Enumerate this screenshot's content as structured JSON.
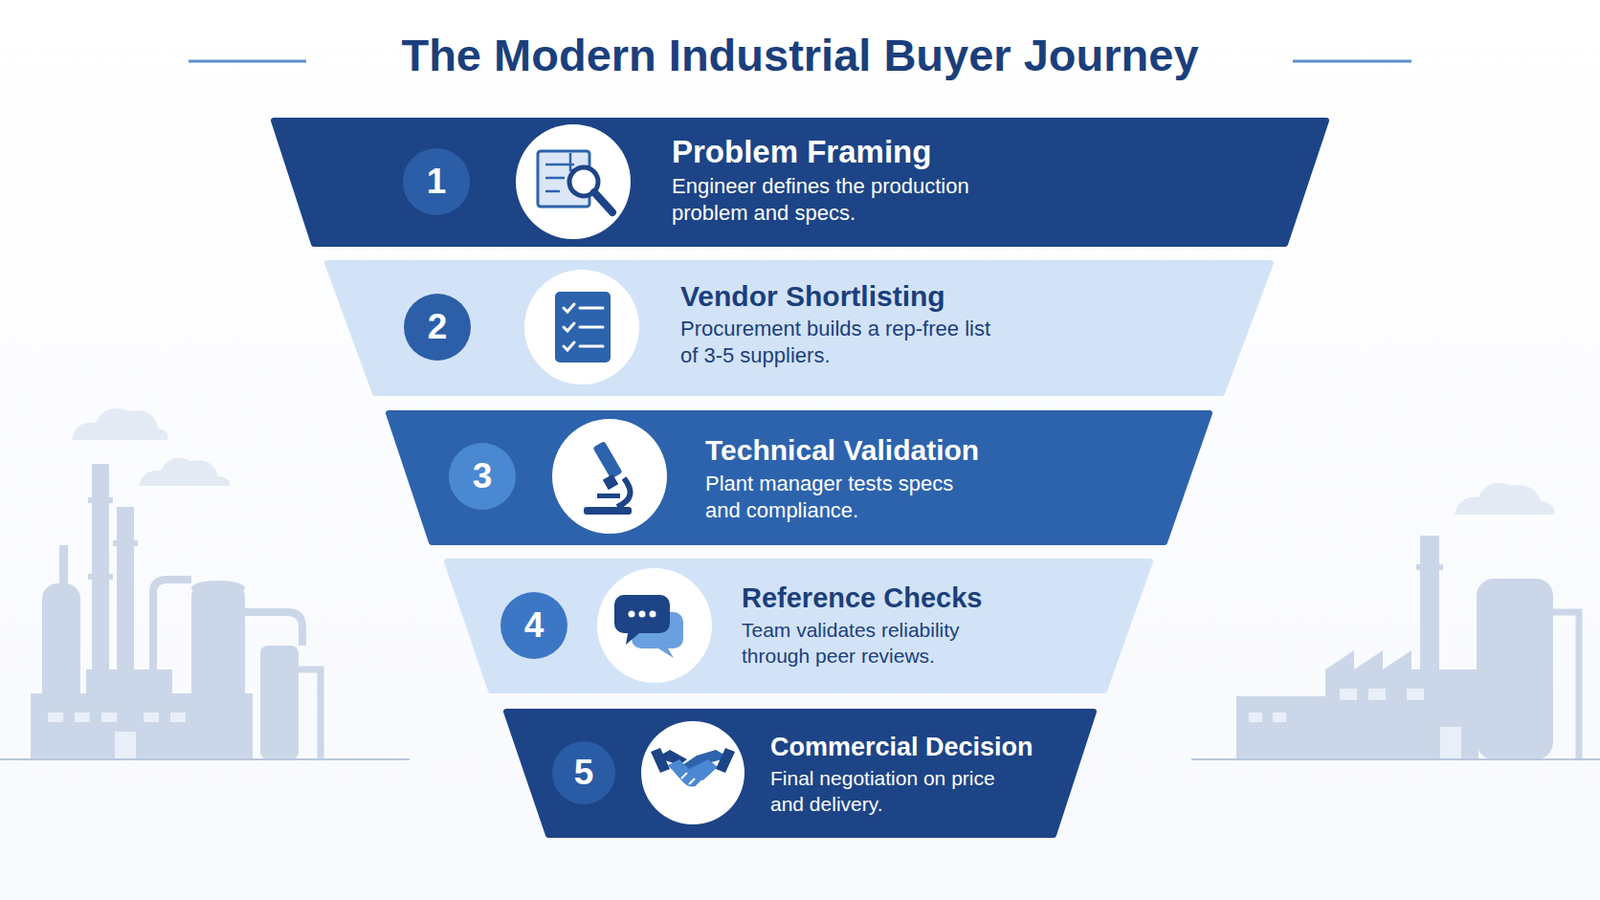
{
  "diagram": {
    "title": "The Modern Industrial Buyer Journey",
    "nodes": [
      {
        "text": [
          "Problem Framing",
          "Engineer defines the production problem and specs."
        ]
      },
      {
        "text": [
          "1"
        ],
        "in": 0
      },
      {
        "text": [
          "Vendor Shortlisting",
          "Procurement builds a rep-free list of 3-5 suppliers."
        ]
      },
      {
        "text": [
          "2"
        ],
        "in": 2
      },
      {
        "text": [
          "Technical Validation",
          "Plant manager tests specs and compliance."
        ]
      },
      {
        "text": [
          "3"
        ],
        "in": 4
      },
      {
        "text": [
          "Reference Checks",
          "Team validates reliability through peer reviews."
        ]
      },
      {
        "text": [
          "4"
        ],
        "in": 6
      },
      {
        "text": [
          "Commercial Decision",
          "Final negotiation on price and delivery."
        ]
      },
      {
        "text": [
          "5"
        ],
        "in": 8
      }
    ]
  }
}
